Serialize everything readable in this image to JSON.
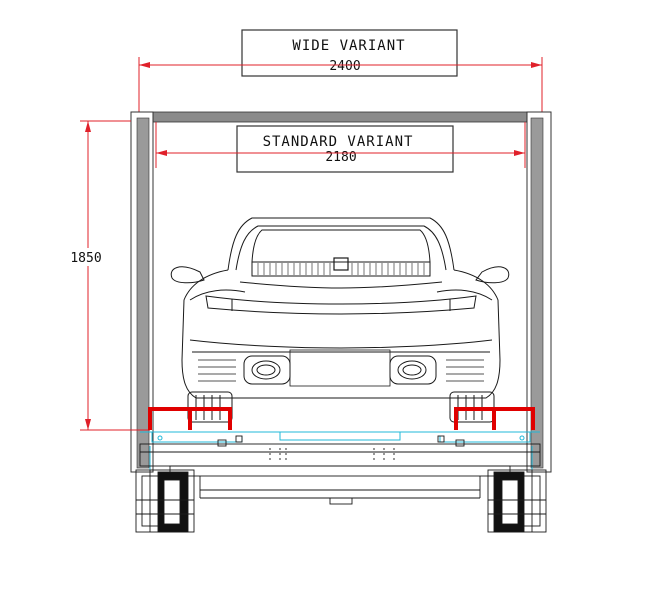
{
  "wide_variant": {
    "label": "WIDE VARIANT",
    "dimension": "2400"
  },
  "standard_variant": {
    "label": "STANDARD VARIANT",
    "dimension": "2180"
  },
  "height_dimension": "1850",
  "colors": {
    "dimension_line": "#e0202a",
    "frame_red": "#e00000",
    "cyan": "#20b8d8",
    "frame_gray": "#7a7a7a",
    "line": "#1a1a1a"
  }
}
